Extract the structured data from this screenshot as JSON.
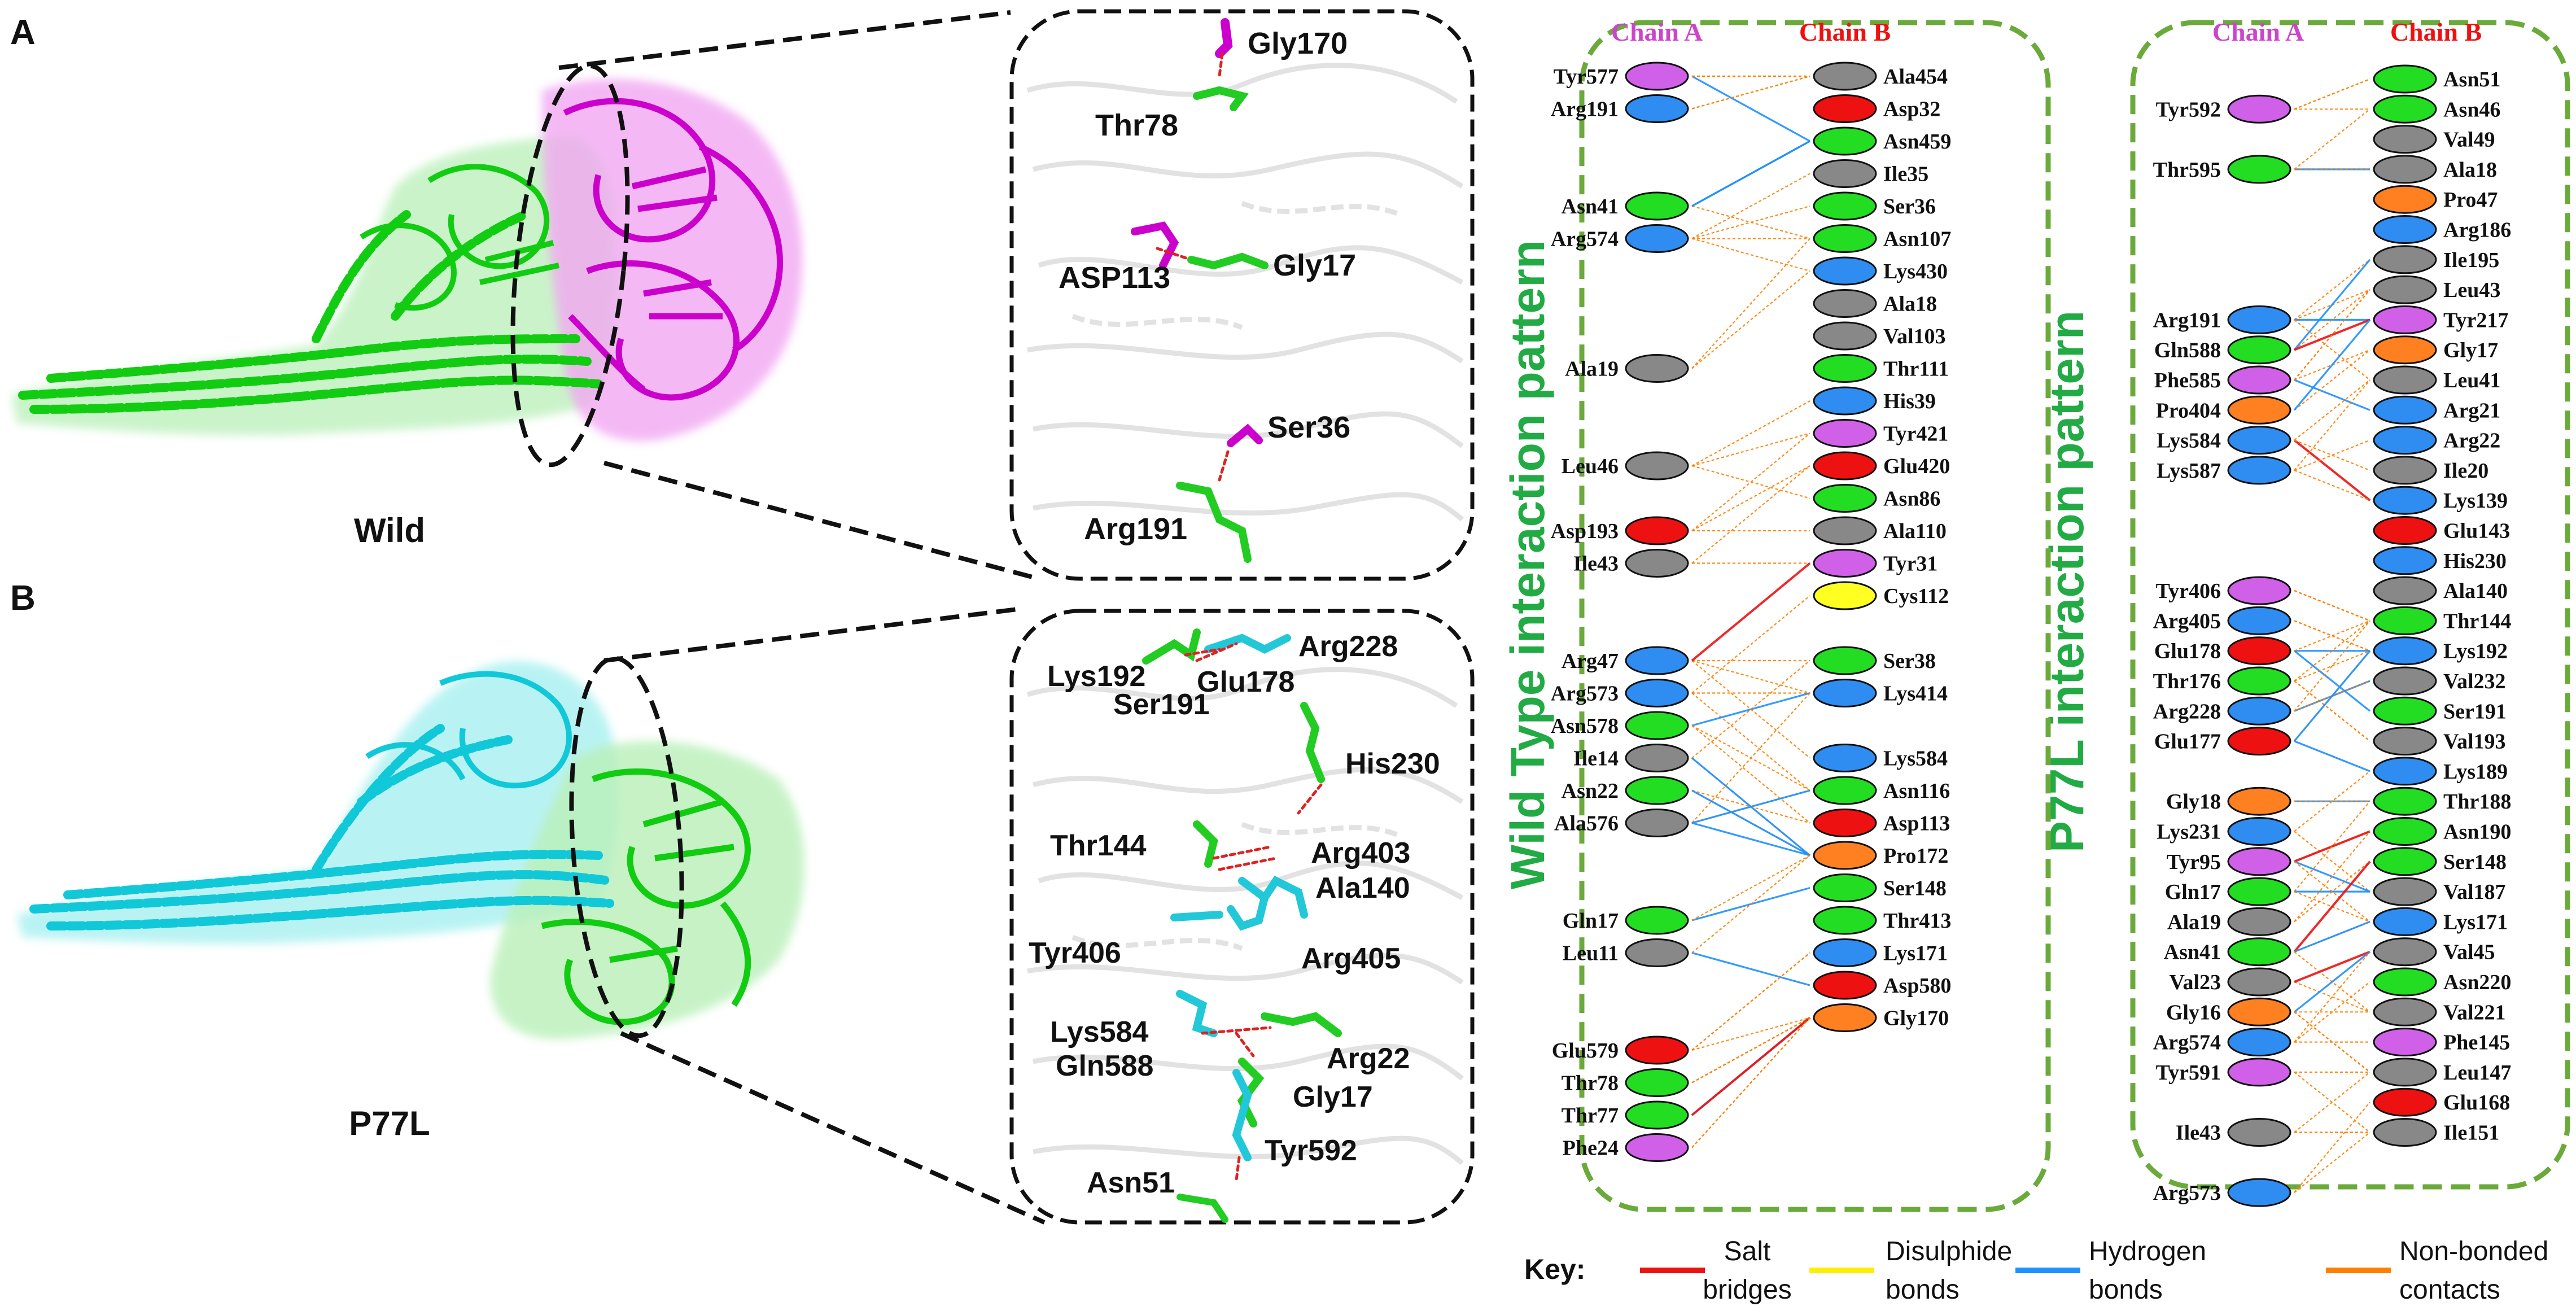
{
  "panels": {
    "a_letter": "A",
    "b_letter": "B",
    "wild_label": "Wild",
    "mut_label": "P77L"
  },
  "zoom_a_labels": [
    "Gly170",
    "Thr78",
    "ASP113",
    "Gly17",
    "Ser36",
    "Arg191"
  ],
  "zoom_b_labels": [
    "Arg228",
    "Lys192",
    "Glu178",
    "Ser191",
    "His230",
    "Thr144",
    "Arg403",
    "Ala140",
    "Tyr406",
    "Arg405",
    "Lys584",
    "Arg22",
    "Gln588",
    "Gly17",
    "Tyr592",
    "Asn51"
  ],
  "wild_pattern": {
    "title": "Wild Type interaction pattern",
    "chain_a_header": "Chain A",
    "chain_b_header": "Chain B",
    "chain_a": [
      {
        "name": "Tyr577",
        "type": "aromatic"
      },
      {
        "name": "Arg191",
        "type": "positive"
      },
      {
        "name": "Asn41",
        "type": "polar"
      },
      {
        "name": "Arg574",
        "type": "positive"
      },
      {
        "name": "Ala19",
        "type": "hydrophobic"
      },
      {
        "name": "Leu46",
        "type": "hydrophobic"
      },
      {
        "name": "Asp193",
        "type": "negative"
      },
      {
        "name": "Ile43",
        "type": "hydrophobic"
      },
      {
        "name": "Arg47",
        "type": "positive"
      },
      {
        "name": "Arg573",
        "type": "positive"
      },
      {
        "name": "Asn578",
        "type": "polar"
      },
      {
        "name": "Ile14",
        "type": "hydrophobic"
      },
      {
        "name": "Asn22",
        "type": "polar"
      },
      {
        "name": "Ala576",
        "type": "hydrophobic"
      },
      {
        "name": "Gln17",
        "type": "polar"
      },
      {
        "name": "Leu11",
        "type": "hydrophobic"
      },
      {
        "name": "Glu579",
        "type": "negative"
      },
      {
        "name": "Thr78",
        "type": "polar"
      },
      {
        "name": "Thr77",
        "type": "polar"
      },
      {
        "name": "Phe24",
        "type": "aromatic"
      }
    ],
    "chain_b": [
      {
        "name": "Ala454",
        "type": "hydrophobic"
      },
      {
        "name": "Asp32",
        "type": "negative"
      },
      {
        "name": "Asn459",
        "type": "polar"
      },
      {
        "name": "Ile35",
        "type": "hydrophobic"
      },
      {
        "name": "Ser36",
        "type": "polar"
      },
      {
        "name": "Asn107",
        "type": "polar"
      },
      {
        "name": "Lys430",
        "type": "positive"
      },
      {
        "name": "Ala18",
        "type": "hydrophobic"
      },
      {
        "name": "Val103",
        "type": "hydrophobic"
      },
      {
        "name": "Thr111",
        "type": "polar"
      },
      {
        "name": "His39",
        "type": "positive"
      },
      {
        "name": "Tyr421",
        "type": "aromatic"
      },
      {
        "name": "Glu420",
        "type": "negative"
      },
      {
        "name": "Asn86",
        "type": "polar"
      },
      {
        "name": "Ala110",
        "type": "hydrophobic"
      },
      {
        "name": "Tyr31",
        "type": "aromatic"
      },
      {
        "name": "Cys112",
        "type": "cys"
      },
      {
        "name": "Ser38",
        "type": "polar"
      },
      {
        "name": "Lys414",
        "type": "positive"
      },
      {
        "name": "Lys584",
        "type": "positive"
      },
      {
        "name": "Asn116",
        "type": "polar"
      },
      {
        "name": "Asp113",
        "type": "negative"
      },
      {
        "name": "Pro172",
        "type": "pg"
      },
      {
        "name": "Ser148",
        "type": "polar"
      },
      {
        "name": "Thr413",
        "type": "polar"
      },
      {
        "name": "Lys171",
        "type": "positive"
      },
      {
        "name": "Asp580",
        "type": "negative"
      },
      {
        "name": "Gly170",
        "type": "pg"
      }
    ]
  },
  "mut_pattern": {
    "title": "P77L interaction pattern",
    "chain_a_header": "Chain A",
    "chain_b_header": "Chain B",
    "chain_a": [
      {
        "name": "Tyr592",
        "type": "aromatic"
      },
      {
        "name": "Thr595",
        "type": "polar"
      },
      {
        "name": "Arg191",
        "type": "positive"
      },
      {
        "name": "Gln588",
        "type": "polar"
      },
      {
        "name": "Phe585",
        "type": "aromatic"
      },
      {
        "name": "Pro404",
        "type": "pg"
      },
      {
        "name": "Lys584",
        "type": "positive"
      },
      {
        "name": "Lys587",
        "type": "positive"
      },
      {
        "name": "Tyr406",
        "type": "aromatic"
      },
      {
        "name": "Arg405",
        "type": "positive"
      },
      {
        "name": "Glu178",
        "type": "negative"
      },
      {
        "name": "Thr176",
        "type": "polar"
      },
      {
        "name": "Arg228",
        "type": "positive"
      },
      {
        "name": "Glu177",
        "type": "negative"
      },
      {
        "name": "Gly18",
        "type": "pg"
      },
      {
        "name": "Lys231",
        "type": "positive"
      },
      {
        "name": "Tyr95",
        "type": "aromatic"
      },
      {
        "name": "Gln17",
        "type": "polar"
      },
      {
        "name": "Ala19",
        "type": "hydrophobic"
      },
      {
        "name": "Asn41",
        "type": "polar"
      },
      {
        "name": "Val23",
        "type": "hydrophobic"
      },
      {
        "name": "Gly16",
        "type": "pg"
      },
      {
        "name": "Arg574",
        "type": "positive"
      },
      {
        "name": "Tyr591",
        "type": "aromatic"
      },
      {
        "name": "Ile43",
        "type": "hydrophobic"
      },
      {
        "name": "Arg573",
        "type": "positive"
      }
    ],
    "chain_b": [
      {
        "name": "Asn51",
        "type": "polar"
      },
      {
        "name": "Asn46",
        "type": "polar"
      },
      {
        "name": "Val49",
        "type": "hydrophobic"
      },
      {
        "name": "Ala18",
        "type": "hydrophobic"
      },
      {
        "name": "Pro47",
        "type": "pg"
      },
      {
        "name": "Arg186",
        "type": "positive"
      },
      {
        "name": "Ile195",
        "type": "hydrophobic"
      },
      {
        "name": "Leu43",
        "type": "hydrophobic"
      },
      {
        "name": "Tyr217",
        "type": "aromatic"
      },
      {
        "name": "Gly17",
        "type": "pg"
      },
      {
        "name": "Leu41",
        "type": "hydrophobic"
      },
      {
        "name": "Arg21",
        "type": "positive"
      },
      {
        "name": "Arg22",
        "type": "positive"
      },
      {
        "name": "Ile20",
        "type": "hydrophobic"
      },
      {
        "name": "Lys139",
        "type": "positive"
      },
      {
        "name": "Glu143",
        "type": "negative"
      },
      {
        "name": "His230",
        "type": "positive"
      },
      {
        "name": "Ala140",
        "type": "hydrophobic"
      },
      {
        "name": "Thr144",
        "type": "polar"
      },
      {
        "name": "Lys192",
        "type": "positive"
      },
      {
        "name": "Val232",
        "type": "hydrophobic"
      },
      {
        "name": "Ser191",
        "type": "polar"
      },
      {
        "name": "Val193",
        "type": "hydrophobic"
      },
      {
        "name": "Lys189",
        "type": "positive"
      },
      {
        "name": "Thr188",
        "type": "polar"
      },
      {
        "name": "Asn190",
        "type": "polar"
      },
      {
        "name": "Ser148",
        "type": "polar"
      },
      {
        "name": "Val187",
        "type": "hydrophobic"
      },
      {
        "name": "Lys171",
        "type": "positive"
      },
      {
        "name": "Val45",
        "type": "hydrophobic"
      },
      {
        "name": "Asn220",
        "type": "polar"
      },
      {
        "name": "Val221",
        "type": "hydrophobic"
      },
      {
        "name": "Phe145",
        "type": "aromatic"
      },
      {
        "name": "Leu147",
        "type": "hydrophobic"
      },
      {
        "name": "Glu168",
        "type": "negative"
      },
      {
        "name": "Ile151",
        "type": "hydrophobic"
      }
    ]
  },
  "residue_colors": {
    "positive": "#2f8cf0",
    "negative": "#ee1111",
    "polar": "#22dd22",
    "hydrophobic": "#888888",
    "aromatic": "#d060e8",
    "pg": "#ff8020",
    "cys": "#ffff22"
  },
  "key": {
    "label": "Key:",
    "items": [
      {
        "label_1": "Salt",
        "label_2": "bridges",
        "color": "#ee1111"
      },
      {
        "label_1": "Disulphide",
        "label_2": "bonds",
        "color": "#ffee00"
      },
      {
        "label_1": "Hydrogen",
        "label_2": "bonds",
        "color": "#1e90ff"
      },
      {
        "label_1": "Non-bonded",
        "label_2": "contacts",
        "color": "#ff7f00"
      }
    ]
  },
  "colors": {
    "panel_border_green": "#6aaa3a",
    "title_green": "#22aa44",
    "chain_a_header": "#cc44cc",
    "chain_b_header": "#ee1111",
    "wild_partner": "#dd00dd",
    "mut_protein": "#22cccc",
    "protein_green": "#22dd22",
    "interface_red": "#dd2222"
  }
}
